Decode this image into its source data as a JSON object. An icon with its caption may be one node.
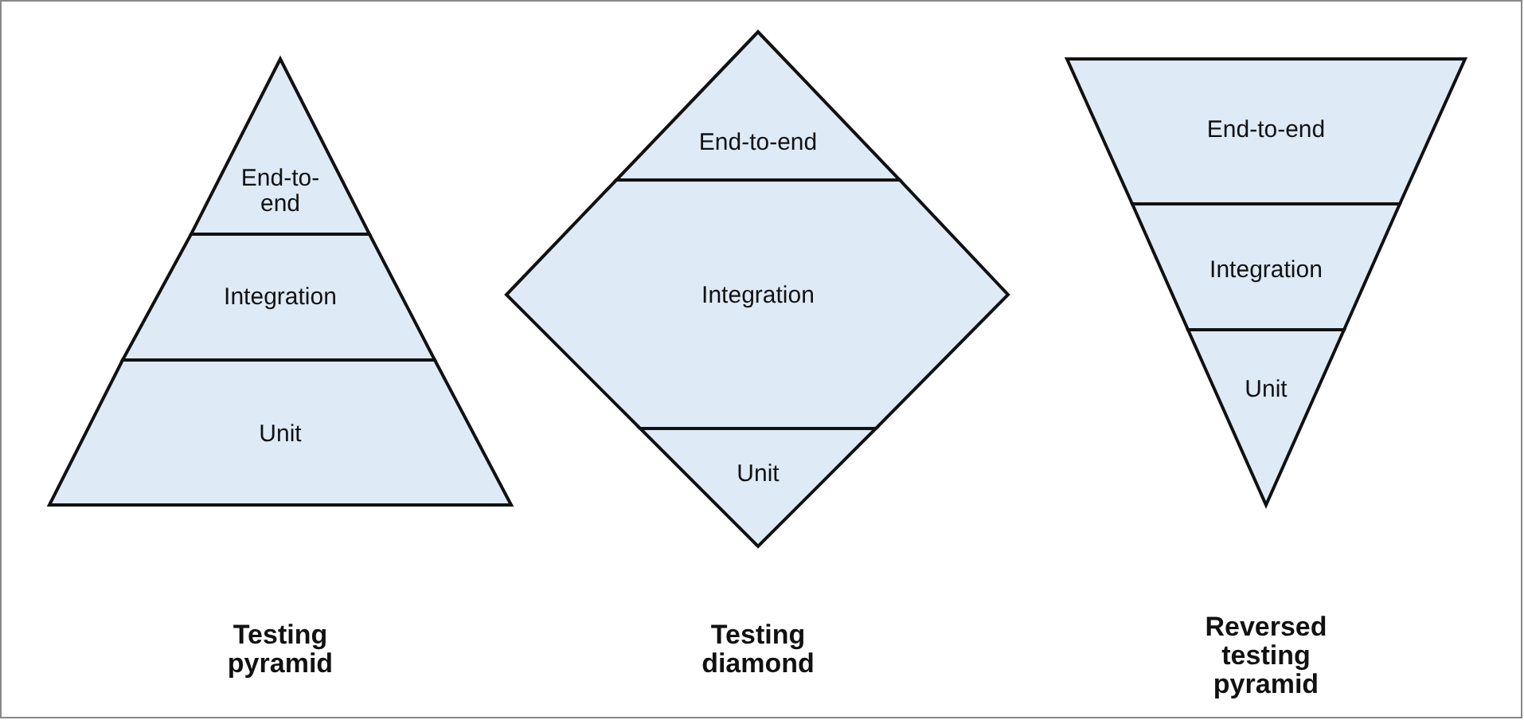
{
  "diagram": {
    "nodes": [
      {
        "text": [
          "End-to-end"
        ]
      },
      {
        "text": [
          "Integration"
        ]
      },
      {
        "text": [
          "Unit"
        ]
      },
      {
        "text": [
          "End-to-end"
        ]
      },
      {
        "text": [
          "Integration"
        ]
      },
      {
        "text": [
          "Unit"
        ]
      },
      {
        "text": [
          "End-to-end"
        ]
      },
      {
        "text": [
          "Integration"
        ]
      },
      {
        "text": [
          "Unit"
        ]
      }
    ],
    "labels": [
      "Testing pyramid",
      "Testing diamond",
      "Reversed testing pyramid"
    ]
  }
}
